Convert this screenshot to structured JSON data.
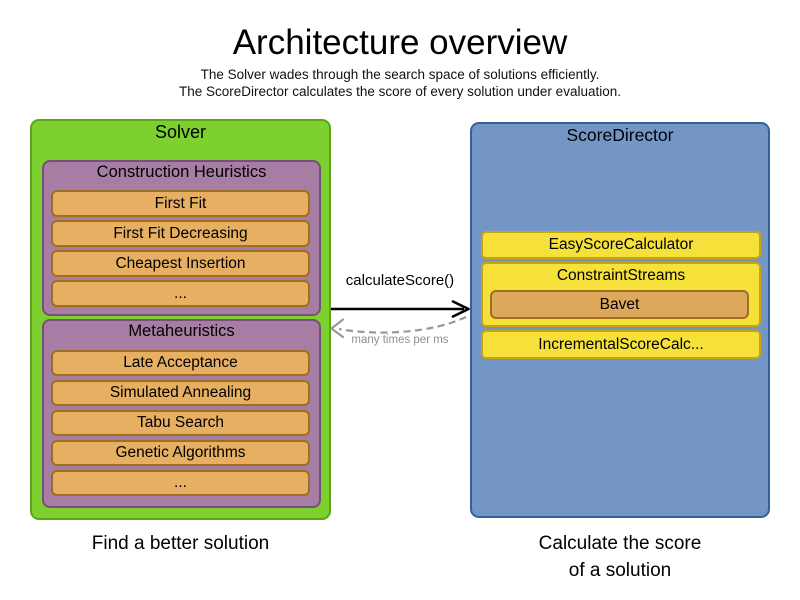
{
  "page": {
    "title": "Architecture overview",
    "subtitle_line1": "The Solver wades through the search space of solutions efficiently.",
    "subtitle_line2": "The ScoreDirector calculates the score of every solution under evaluation."
  },
  "solver": {
    "label": "Solver",
    "caption": "Find a better solution",
    "construction_heuristics": {
      "label": "Construction Heuristics",
      "items": [
        "First Fit",
        "First Fit Decreasing",
        "Cheapest Insertion",
        "..."
      ]
    },
    "metaheuristics": {
      "label": "Metaheuristics",
      "items": [
        "Late Acceptance",
        "Simulated Annealing",
        "Tabu Search",
        "Genetic Algorithms",
        "..."
      ]
    }
  },
  "score_director": {
    "label": "ScoreDirector",
    "caption_line1": "Calculate the score",
    "caption_line2": "of a solution",
    "easy_calculator": "EasyScoreCalculator",
    "constraint_streams": "ConstraintStreams",
    "bavet": "Bavet",
    "incremental_calculator": "IncrementalScoreCalc..."
  },
  "arrows": {
    "call_label": "calculateScore()",
    "frequency_label": "many times per ms"
  },
  "colors": {
    "solver_green_fill": "#7dd12e",
    "solver_green_border": "#5da417",
    "heuristic_purple_fill": "#a87da3",
    "heuristic_purple_border": "#75507b",
    "algorithm_orange_fill": "#e6af61",
    "algorithm_orange_border": "#9c701e",
    "score_director_blue_fill": "#7396c6",
    "score_director_blue_border": "#34619c",
    "calculator_yellow_fill": "#f6e13b",
    "calculator_yellow_border": "#c8a40e",
    "bavet_orange_fill": "#dda75c",
    "solid_arrow": "#000000",
    "dashed_arrow": "#999999"
  }
}
